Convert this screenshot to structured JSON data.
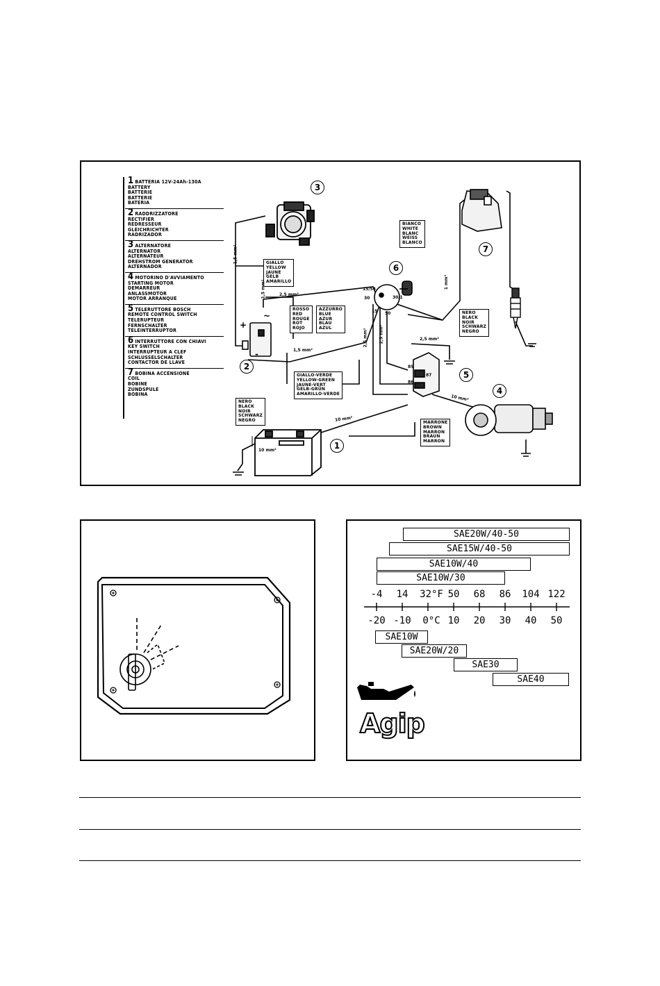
{
  "wiring": {
    "legend": [
      {
        "num": "1",
        "lines": [
          "BATTERIA 12V-24Ah-130A",
          "BATTERY",
          "BATTERIE",
          "BATTERIE",
          "BATERIA"
        ]
      },
      {
        "num": "2",
        "lines": [
          "RADDRIZZATORE",
          "RECTIFIER",
          "REDRESSEUR",
          "GLEICHRICHTER",
          "RADRIZADOR"
        ]
      },
      {
        "num": "3",
        "lines": [
          "ALTERNATORE",
          "ALTERNATOR",
          "ALTERNATEUR",
          "DREHSTROM GENERATOR",
          "ALTERNADOR"
        ]
      },
      {
        "num": "4",
        "lines": [
          "MOTORINO D'AVVIAMENTO",
          "STARTING MOTOR",
          "DEMARREUR",
          "ANLASSMOTOR",
          "MOTOR ARRANQUE"
        ]
      },
      {
        "num": "5",
        "lines": [
          "TELERUTTORE BOSCH",
          "REMOTE CONTROL SWITCH",
          "TELERUPTEUR",
          "FERNSCHALTER",
          "TELEINTERRUPTOR"
        ]
      },
      {
        "num": "6",
        "lines": [
          "INTERRUTTORE CON CHIAVI",
          "KEY SWITCH",
          "INTERRUPTEUR A CLEF",
          "SCHLUSSELSCHALTER",
          "CONTACTOR DE LLAVE"
        ]
      },
      {
        "num": "7",
        "lines": [
          "BOBINA ACCENSIONE",
          "COIL",
          "BOBINE",
          "ZUNDSPULE",
          "BOBINA"
        ]
      }
    ],
    "color_boxes": {
      "yellow": [
        "GIALLO",
        "YELLOW",
        "JAUNE",
        "GELB",
        "AMARILLO"
      ],
      "red": [
        "ROSSO",
        "RED",
        "ROUGE",
        "ROT",
        "ROJO"
      ],
      "blue": [
        "AZZURRO",
        "BLUE",
        "AZUR",
        "BLAU",
        "AZUL"
      ],
      "white": [
        "BIANCO",
        "WHITE",
        "BLANC",
        "WEISS",
        "BLANCO"
      ],
      "black_coil": [
        "NERO",
        "BLACK",
        "NOIR",
        "SCHWARZ",
        "NEGRO"
      ],
      "yellow_green": [
        "GIALLO-VERDE",
        "YELLOW-GREEN",
        "JAUNE-VERT",
        "GELB-GRÜN",
        "AMARILLO-VERDE"
      ],
      "black_batt": [
        "NERO",
        "BLACK",
        "NOIR",
        "SCHWARZ",
        "NEGRO"
      ],
      "brown": [
        "MARRONE",
        "BROWN",
        "MARRON",
        "BRAUN",
        "MARRON"
      ]
    },
    "wire_labels": {
      "w15a": "1,5 mm²",
      "w15b": "1,5 mm²",
      "w15c": "1,5 mm²",
      "w25a": "2,5 mm²",
      "w25b": "2,5 mm²",
      "w25c": "2,5 mm²",
      "w25d": "2,5 mm²",
      "w1": "1 mm²",
      "w10a": "10 mm²",
      "w10b": "10 mm²",
      "w10c": "10 mm²"
    },
    "terminals": {
      "t1554": "15/54",
      "t30": "30",
      "t301": "30/1",
      "t15": "15",
      "t50": "50",
      "t85": "85",
      "t86": "86",
      "t87": "87",
      "plus": "+",
      "minus": "-",
      "tilde": "~"
    },
    "callouts": [
      "1",
      "2",
      "3",
      "4",
      "5",
      "6",
      "7"
    ]
  },
  "oil_chart": {
    "grades_top": [
      "SAE20W/40-50",
      "SAE15W/40-50",
      "SAE10W/40",
      "SAE10W/30"
    ],
    "fahrenheit": [
      "-4",
      "14",
      "32°F",
      "50",
      "68",
      "86",
      "104",
      "122"
    ],
    "celsius": [
      "-20",
      "-10",
      "0°C",
      "10",
      "20",
      "30",
      "40",
      "50"
    ],
    "grades_bottom": [
      "SAE10W",
      "SAE20W/20",
      "SAE30",
      "SAE40"
    ],
    "brand": "Agip"
  }
}
